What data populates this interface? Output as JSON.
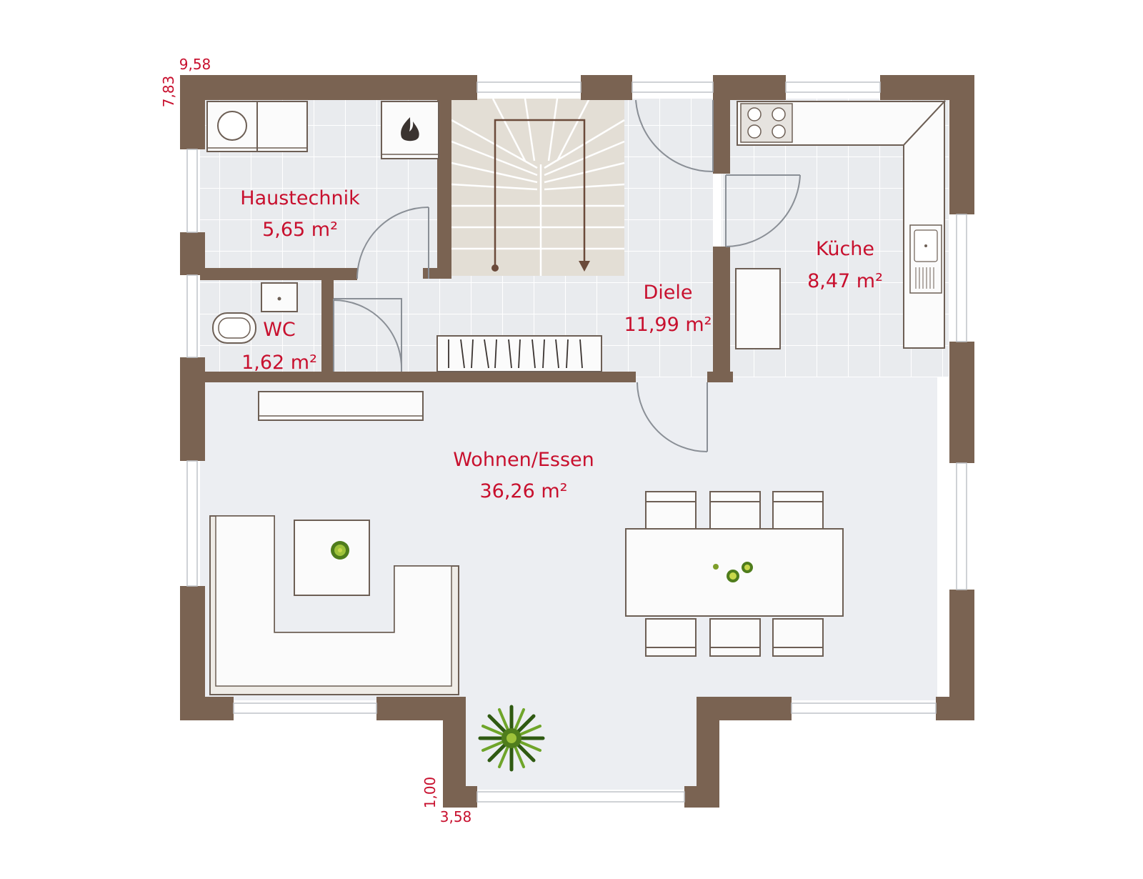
{
  "dimensions": {
    "top_width": "9,58",
    "left_height": "7,83",
    "bay_height": "1,00",
    "bay_width": "3,58"
  },
  "rooms": [
    {
      "name": "Haustechnik",
      "area": "5,65 m²"
    },
    {
      "name": "WC",
      "area": "1,62 m²"
    },
    {
      "name": "Diele",
      "area": "11,99 m²"
    },
    {
      "name": "Küche",
      "area": "8,47 m²"
    },
    {
      "name": "Wohnen/Essen",
      "area": "36,26 m²"
    }
  ],
  "colors": {
    "wall": "#7a6352",
    "label": "#c8102e",
    "tile_floor": "#e9ebee",
    "tile_grid": "#ffffff",
    "living_floor": "#eceef2",
    "furniture": "#fbfbfb",
    "furniture_stroke": "#6d5f55",
    "stair": "#e3ded5",
    "plant": "#4f7d1c"
  },
  "icons": [
    "flame-icon",
    "plant-icon",
    "sink-icon",
    "stove-icon",
    "toilet-icon",
    "washing-machine-icon"
  ]
}
